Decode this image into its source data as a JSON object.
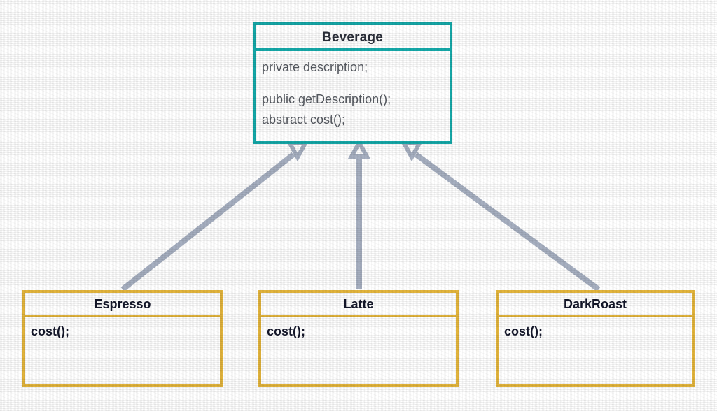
{
  "diagram": {
    "type": "uml-class-diagram",
    "title_text": "",
    "colors": {
      "superclass_border": "#15a8a8",
      "subclass_border": "#e2b43c",
      "edge_line": "#a6afc0",
      "arrowhead_fill": "#ffffff",
      "superclass_title_text": "#2b2f3a",
      "superclass_body_text": "#565a61",
      "subclass_text": "#14172a",
      "background": "#ffffff"
    },
    "superclass": {
      "name": "Beverage",
      "attributes": [
        "private description;"
      ],
      "operations": [
        "public getDescription();",
        "abstract cost();"
      ]
    },
    "subclasses": [
      {
        "name": "Espresso",
        "members": [
          "cost();"
        ]
      },
      {
        "name": "Latte",
        "members": [
          "cost();"
        ]
      },
      {
        "name": "DarkRoast",
        "members": [
          "cost();"
        ]
      }
    ],
    "relationships": [
      {
        "kind": "generalization",
        "from": "Espresso",
        "to": "Beverage",
        "arrow": "hollow-triangle"
      },
      {
        "kind": "generalization",
        "from": "Latte",
        "to": "Beverage",
        "arrow": "hollow-triangle"
      },
      {
        "kind": "generalization",
        "from": "DarkRoast",
        "to": "Beverage",
        "arrow": "hollow-triangle"
      }
    ]
  }
}
